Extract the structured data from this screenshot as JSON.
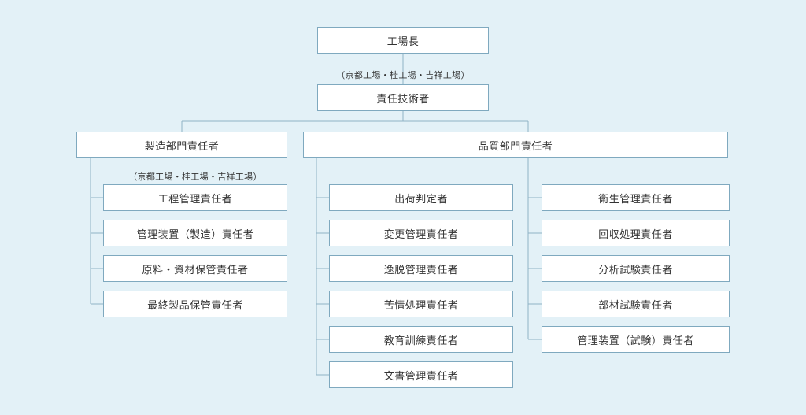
{
  "colors": {
    "background": "#e3f1f7",
    "box_fill": "#ffffff",
    "box_border": "#7fa9bf",
    "line": "#8fb3c6",
    "text": "#333333"
  },
  "top": {
    "label": "工場長"
  },
  "tech_note": "（京都工場・桂工場・吉祥工場）",
  "tech": {
    "label": "責任技術者"
  },
  "manufacturing": {
    "label": "製造部門責任者",
    "note": "（京都工場・桂工場・吉祥工場）",
    "items": [
      "工程管理責任者",
      "管理装置（製造）責任者",
      "原料・資材保管責任者",
      "最終製品保管責任者"
    ]
  },
  "quality": {
    "label": "品質部門責任者",
    "left_items": [
      "出荷判定者",
      "変更管理責任者",
      "逸脱管理責任者",
      "苦情処理責任者",
      "教育訓練責任者",
      "文書管理責任者"
    ],
    "right_items": [
      "衛生管理責任者",
      "回収処理責任者",
      "分析試験責任者",
      "部材試験責任者",
      "管理装置（試験）責任者"
    ]
  }
}
